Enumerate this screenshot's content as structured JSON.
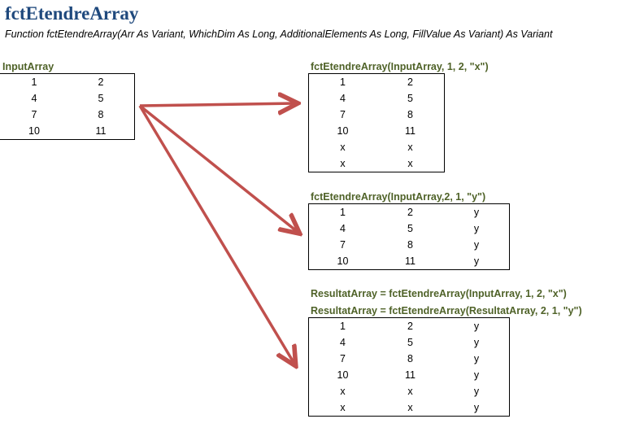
{
  "title": "fctEtendreArray",
  "signature": "Function fctEtendreArray(Arr As Variant, WhichDim As Long, AdditionalElements As Long, FillValue As Variant) As Variant",
  "arrow_color": "#c0504d",
  "label_color": "#4f6228",
  "title_color": "#1f497d",
  "input": {
    "label": "InputArray",
    "rows": [
      [
        "1",
        "2"
      ],
      [
        "4",
        "5"
      ],
      [
        "7",
        "8"
      ],
      [
        "10",
        "11"
      ]
    ]
  },
  "example1": {
    "label": "fctEtendreArray(InputArray, 1, 2, \"x\")",
    "rows": [
      [
        "1",
        "2"
      ],
      [
        "4",
        "5"
      ],
      [
        "7",
        "8"
      ],
      [
        "10",
        "11"
      ],
      [
        "x",
        "x"
      ],
      [
        "x",
        "x"
      ]
    ]
  },
  "example2": {
    "label": "fctEtendreArray(InputArray,2, 1, \"y\")",
    "rows": [
      [
        "1",
        "2",
        "y"
      ],
      [
        "4",
        "5",
        "y"
      ],
      [
        "7",
        "8",
        "y"
      ],
      [
        "10",
        "11",
        "y"
      ]
    ]
  },
  "example3": {
    "label_line1": "ResultatArray = fctEtendreArray(InputArray, 1, 2, \"x\")",
    "label_line2": "ResultatArray = fctEtendreArray(ResultatArray, 2, 1, \"y\")",
    "rows": [
      [
        "1",
        "2",
        "y"
      ],
      [
        "4",
        "5",
        "y"
      ],
      [
        "7",
        "8",
        "y"
      ],
      [
        "10",
        "11",
        "y"
      ],
      [
        "x",
        "x",
        "y"
      ],
      [
        "x",
        "x",
        "y"
      ]
    ]
  }
}
